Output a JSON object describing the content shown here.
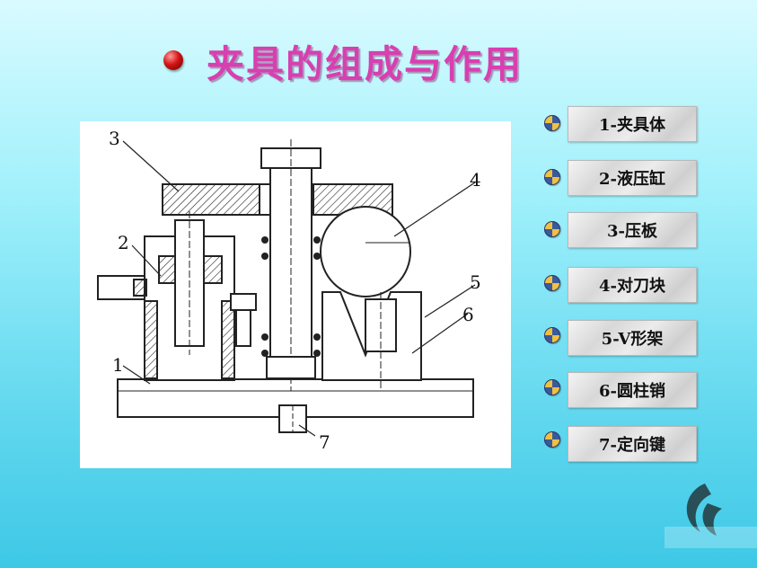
{
  "slide": {
    "title": "夹具的组成与作用"
  },
  "diagram": {
    "callouts": [
      "1",
      "2",
      "3",
      "4",
      "5",
      "6",
      "7"
    ]
  },
  "legend": {
    "items": [
      {
        "label": "1-夹具体"
      },
      {
        "label": "2-液压缸"
      },
      {
        "label": "3-压板"
      },
      {
        "label": "4-对刀块"
      },
      {
        "label": "5-V形架"
      },
      {
        "label": "6-圆柱销"
      },
      {
        "label": "7-定向键"
      }
    ]
  },
  "colors": {
    "title": "#d83fb0",
    "bullet_red": "#d21414",
    "legend_bullet_blue": "#3a5a9e",
    "legend_bullet_gold": "#f0c040"
  },
  "icons": {
    "title_bullet": "red-sphere-icon",
    "legend_bullet": "quartered-disc-icon",
    "watermark": "logo-icon"
  }
}
